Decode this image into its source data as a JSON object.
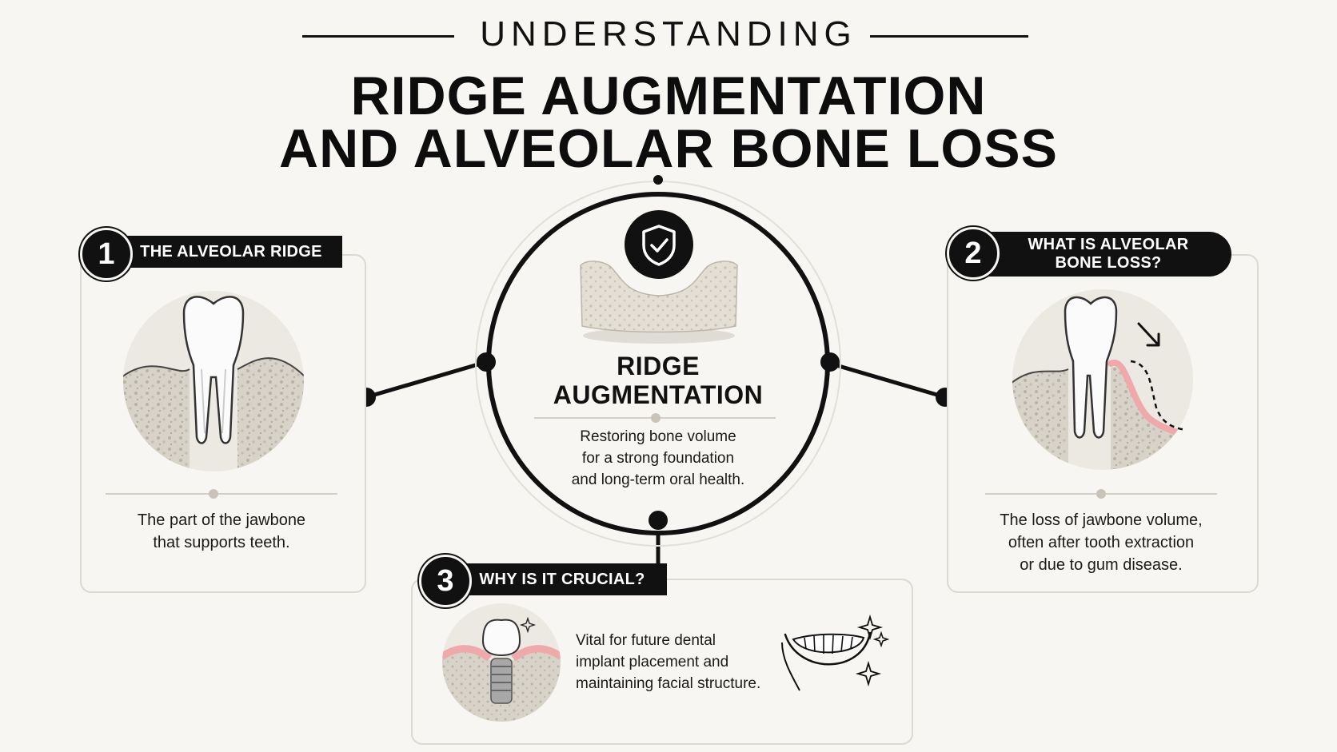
{
  "header": {
    "kicker": "UNDERSTANDING",
    "title_line1": "RIDGE AUGMENTATION",
    "title_line2": "AND ALVEOLAR BONE LOSS"
  },
  "center": {
    "title_line1": "RIDGE",
    "title_line2": "AUGMENTATION",
    "desc_line1": "Restoring bone volume",
    "desc_line2": "for a strong foundation",
    "desc_line3": "and long-term oral health.",
    "icon": "shield-check-icon"
  },
  "cards": [
    {
      "number": "1",
      "title": "THE ALVEOLAR RIDGE",
      "desc_line1": "The part of the jawbone",
      "desc_line2": "that supports teeth.",
      "icon": "tooth-in-bone-icon"
    },
    {
      "number": "2",
      "title_line1": "WHAT IS ALVEOLAR",
      "title_line2": "BONE LOSS?",
      "desc_line1": "The loss of jawbone volume,",
      "desc_line2": "often after tooth extraction",
      "desc_line3": "or due to gum disease.",
      "icon": "bone-loss-icon"
    },
    {
      "number": "3",
      "title": "WHY IS IT CRUCIAL?",
      "desc_line1": "Vital for future dental",
      "desc_line2": "implant placement and",
      "desc_line3": "maintaining facial structure.",
      "icon": "dental-implant-icon",
      "icon2": "smile-icon"
    }
  ],
  "colors": {
    "ink": "#111111",
    "background": "#f7f6f3",
    "bone": "#d9d4c9",
    "gum": "#f0a9ab",
    "card_border": "#dcd8d2"
  }
}
